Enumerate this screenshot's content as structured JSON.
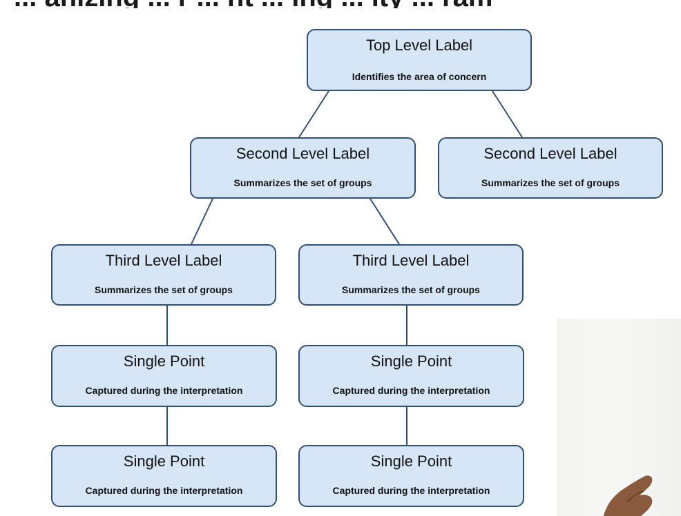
{
  "page_title_partial": "... anizing ... r ... nt ... ing ... ity ... ram",
  "nodes": {
    "top": {
      "label": "Top Level Label",
      "sub": "Identifies the area of concern"
    },
    "second_left": {
      "label": "Second Level Label",
      "sub": "Summarizes the set of groups"
    },
    "second_right": {
      "label": "Second Level Label",
      "sub": "Summarizes the set of groups"
    },
    "third_left": {
      "label": "Third Level Label",
      "sub": "Summarizes the set of groups"
    },
    "third_right": {
      "label": "Third Level Label",
      "sub": "Summarizes the set of groups"
    },
    "point_left_1": {
      "label": "Single Point",
      "sub": "Captured during the interpretation"
    },
    "point_right_1": {
      "label": "Single Point",
      "sub": "Captured during the interpretation"
    },
    "point_left_2": {
      "label": "Single Point",
      "sub": "Captured during the interpretation"
    },
    "point_right_2": {
      "label": "Single Point",
      "sub": "Captured during the interpretation"
    }
  },
  "colors": {
    "box_fill": "#d6e6f6",
    "box_border": "#2f4e78",
    "connector": "#2f4e78",
    "text": "#111111"
  }
}
